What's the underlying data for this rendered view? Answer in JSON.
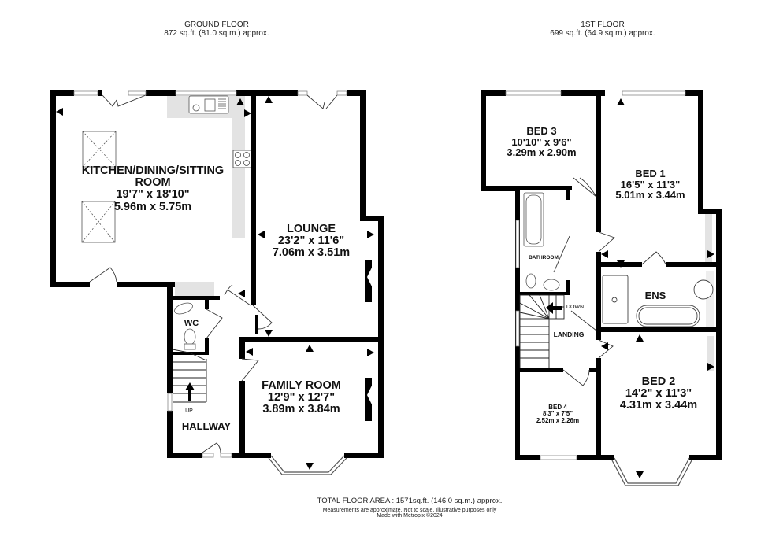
{
  "ground_floor": {
    "title": "GROUND FLOOR",
    "area": "872 sq.ft. (81.0 sq.m.) approx.",
    "rooms": {
      "kitchen": {
        "name_line1": "KITCHEN/DINING/SITTING",
        "name_line2": "ROOM",
        "imperial": "19'7\"  x 18'10\"",
        "metric": "5.96m  x 5.75m"
      },
      "lounge": {
        "name": "LOUNGE",
        "imperial": "23'2\"  x 11'6\"",
        "metric": "7.06m  x 3.51m"
      },
      "family_room": {
        "name": "FAMILY ROOM",
        "imperial": "12'9\"  x 12'7\"",
        "metric": "3.89m  x 3.84m"
      },
      "wc": {
        "name": "WC"
      },
      "hallway": {
        "name": "HALLWAY"
      }
    },
    "stairs_label": "UP"
  },
  "first_floor": {
    "title": "1ST FLOOR",
    "area": "699 sq.ft. (64.9 sq.m.) approx.",
    "rooms": {
      "bed3": {
        "name": "BED 3",
        "imperial": "10'10\"  x 9'6\"",
        "metric": "3.29m  x 2.90m"
      },
      "bed1": {
        "name": "BED 1",
        "imperial": "16'5\"  x 11'3\"",
        "metric": "5.01m  x 3.44m"
      },
      "bed2": {
        "name": "BED 2",
        "imperial": "14'2\"  x 11'3\"",
        "metric": "4.31m  x 3.44m"
      },
      "bed4": {
        "name": "BED 4",
        "imperial": "8'3\"  x 7'5\"",
        "metric": "2.52m  x 2.26m"
      },
      "ens": {
        "name": "ENS"
      },
      "bathroom": {
        "name": "BATHROOM"
      },
      "landing": {
        "name": "LANDING"
      }
    },
    "stairs_label": "DOWN"
  },
  "footer": {
    "total": "TOTAL FLOOR AREA : 1571sq.ft. (146.0 sq.m.) approx.",
    "disclaimer": "Measurements are approximate.  Not to scale.  Illustrative purposes only",
    "credit": "Made with Metropix ©2024"
  },
  "colors": {
    "wall": "#000000",
    "fitted_unit": "#e3e3e3",
    "background": "#ffffff"
  }
}
